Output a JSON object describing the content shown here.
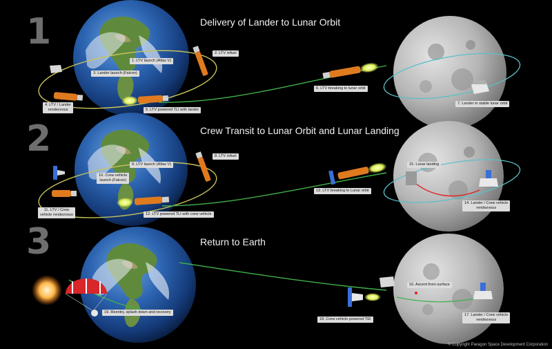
{
  "phases": [
    {
      "number": "1",
      "title": "Delivery of Lander to Lunar Orbit"
    },
    {
      "number": "2",
      "title": "Crew Transit to Lunar Orbit and Lunar Landing"
    },
    {
      "number": "3",
      "title": "Return to Earth"
    }
  ],
  "labels": {
    "s1": "1. LTV launch (Atlas V)",
    "s2": "2. LTV refuel",
    "s3": "3. Lander launch (Falcon)",
    "s4a": "4. LTV / Lander",
    "s4b": "rendezvous",
    "s5": "5. LTV powered TLI with lander",
    "s6": "6. LTV breaking to lunar orbit",
    "s7": "7. Lander in stable lunar orbit",
    "s8": "8. LTV refuel",
    "s9": "9. LTV launch (Atlas V)",
    "s10a": "10. Crew vehicle",
    "s10b": "launch (Falcon)",
    "s11a": "11. LTV / Crew",
    "s11b": "vehicle rendezvous",
    "s12": "12. LTV powered TLI with crew vehicle",
    "s13": "13. LTV breaking to Lunar orbit",
    "s14a": "14. Lander / Crew vehicle",
    "s14b": "rendezvous",
    "s15": "15. Lunar landing",
    "s16": "16. Ascent from surface",
    "s17a": "17. Lander / Crew vehicle",
    "s17b": "rendezvous",
    "s18": "18. Crew vehicle powered TEI",
    "s19": "19. Reentry, splash down and recovery"
  },
  "copyright": "© Copyright Paragon Space Development Corporation",
  "colors": {
    "background": "#000000",
    "orbit": "#c9c35a",
    "transfer": "#3fb04a",
    "lunar_orbit": "#5bc0c8",
    "ltv_tank": "#e07a1f",
    "engine_plume": "#e8f07a",
    "descent_path": "#e02020",
    "parachute": "#d8262a",
    "label_bg": "#dcdcdc",
    "phase_number": "#6e6e6e"
  },
  "icons": {
    "earth": "earth-globe-icon",
    "moon": "moon-icon",
    "ltv": "ltv-spacecraft-icon",
    "lander": "lunar-lander-icon",
    "crew": "crew-vehicle-icon",
    "parachute": "parachute-icon"
  }
}
